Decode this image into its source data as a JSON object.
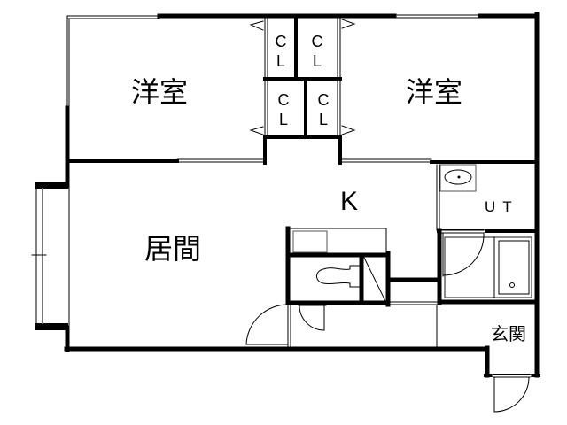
{
  "floor_plan": {
    "rooms": {
      "western_room_left": {
        "label": "洋室"
      },
      "western_room_right": {
        "label": "洋室"
      },
      "living_room": {
        "label": "居間"
      },
      "kitchen": {
        "label": "K"
      },
      "utility": {
        "label": "UT"
      },
      "entrance": {
        "label": "玄関"
      }
    },
    "closets": [
      {
        "line1": "C",
        "line2": "L"
      },
      {
        "line1": "C",
        "line2": "L"
      },
      {
        "line1": "C",
        "line2": "L"
      },
      {
        "line1": "C",
        "line2": "L"
      }
    ],
    "colors": {
      "wall": "#000000",
      "background": "#ffffff",
      "fixture": "#555555"
    }
  }
}
